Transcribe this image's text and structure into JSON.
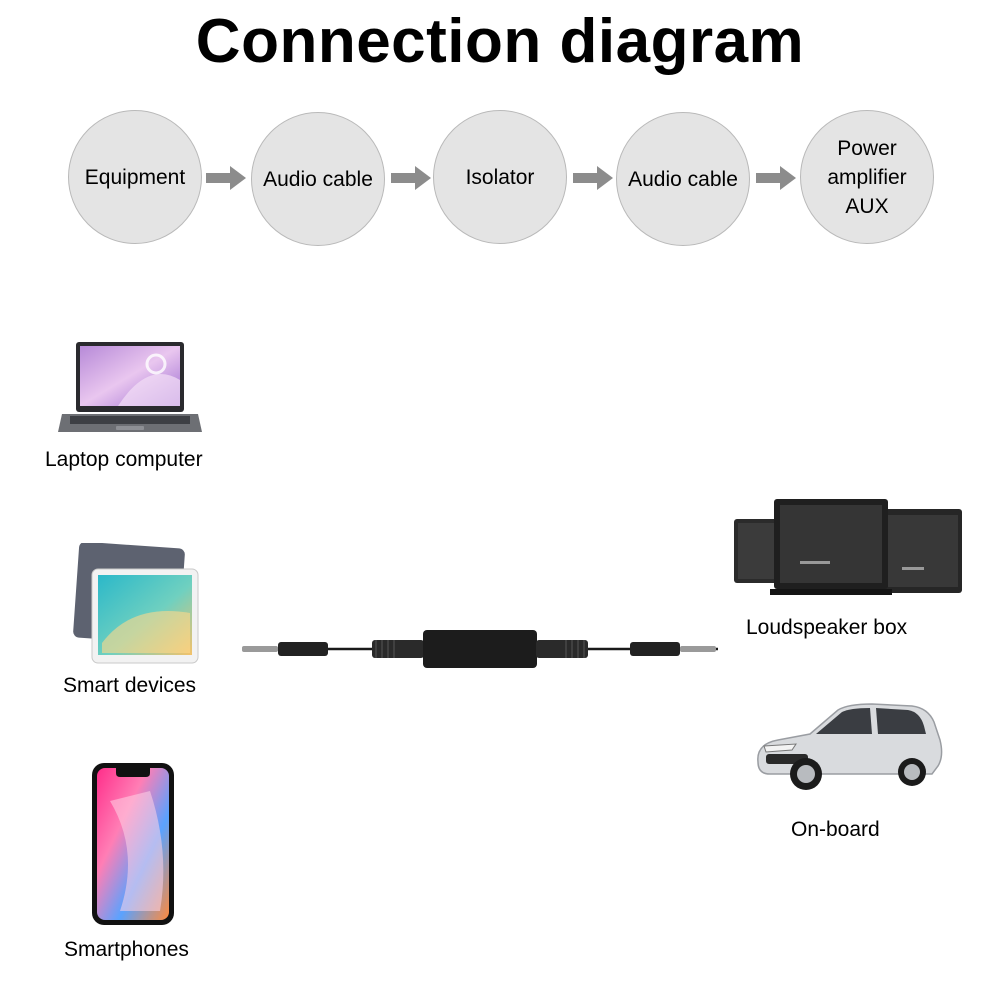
{
  "title": "Connection diagram",
  "flow": {
    "nodes": [
      {
        "label": "Equipment"
      },
      {
        "label": "Audio cable"
      },
      {
        "label": "Isolator"
      },
      {
        "label": "Audio cable"
      },
      {
        "label": "Power\namplifier\nAUX"
      }
    ]
  },
  "sources": [
    {
      "label": "Laptop computer",
      "icon": "laptop-icon"
    },
    {
      "label": "Smart devices",
      "icon": "tablet-icon"
    },
    {
      "label": "Smartphones",
      "icon": "smartphone-icon"
    }
  ],
  "outputs": [
    {
      "label": "Loudspeaker box",
      "icon": "speaker-icon"
    },
    {
      "label": "On-board",
      "icon": "car-icon"
    }
  ],
  "colors": {
    "circle_fill": "#e4e4e4",
    "arrow": "#8c8c8c",
    "cable": "#1a1a1a"
  }
}
